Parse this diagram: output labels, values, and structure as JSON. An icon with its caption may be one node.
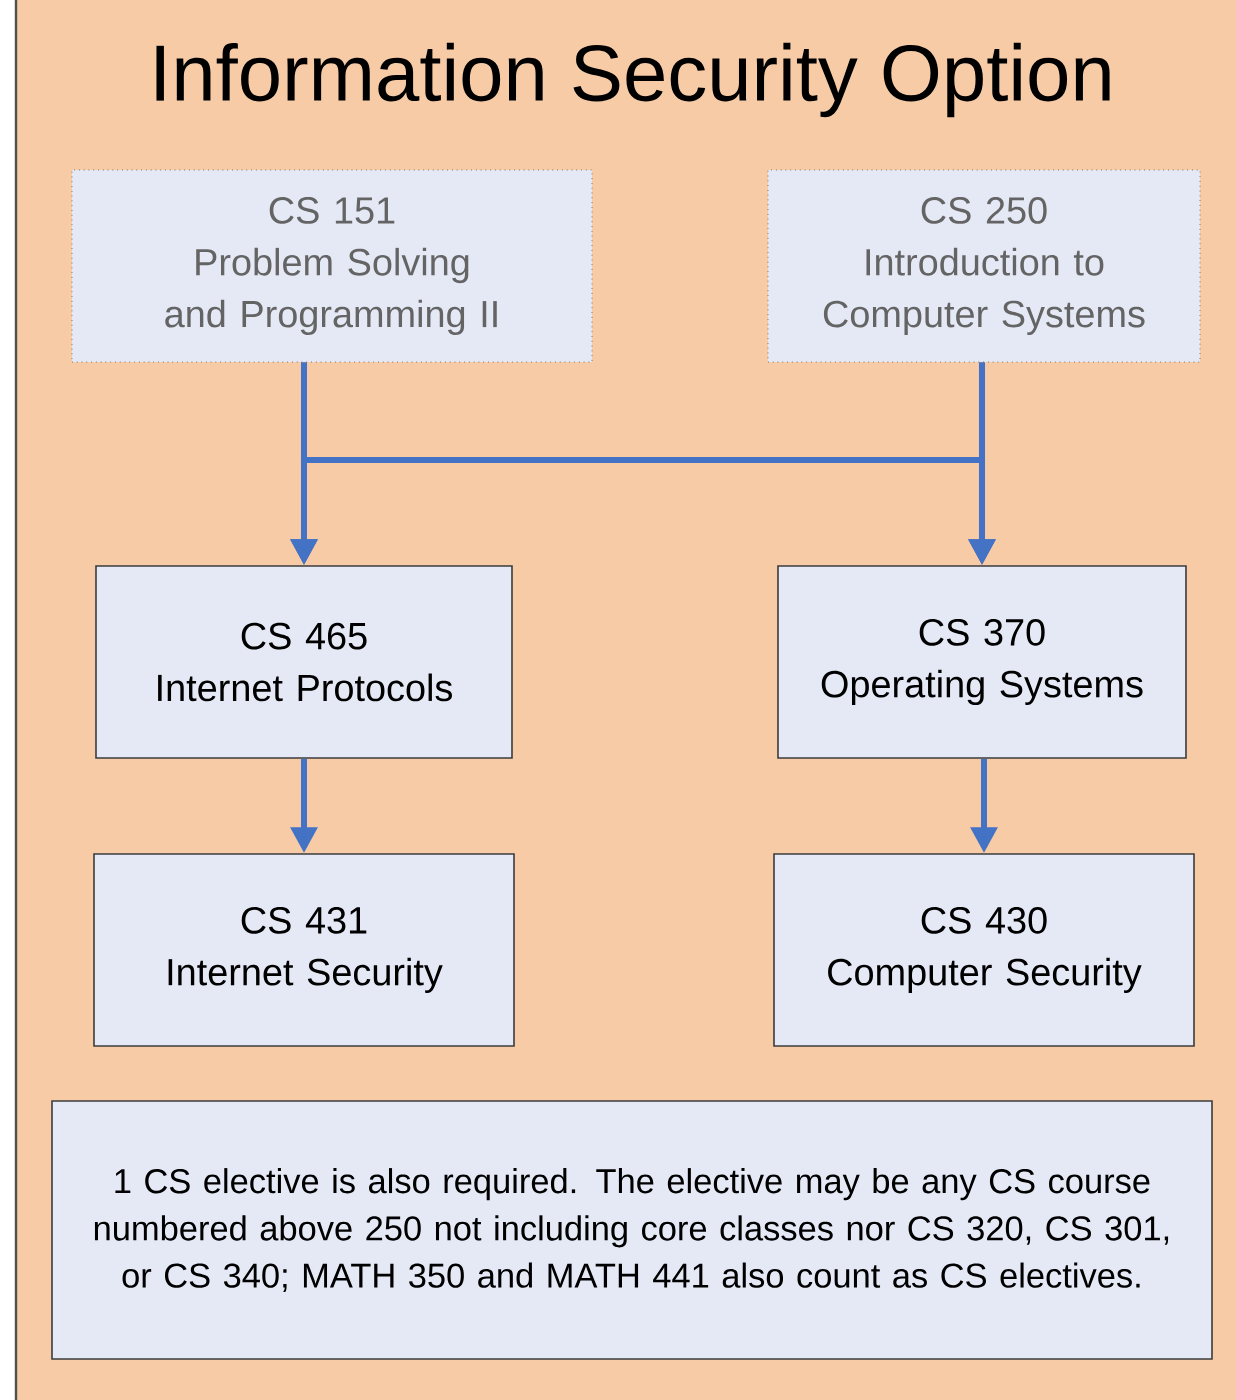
{
  "diagram": {
    "title": "Information Security Option",
    "nodes": [
      {
        "text": [
          "CS 151",
          "Problem Solving and Programming II"
        ]
      },
      {
        "text": [
          "CS 250",
          "Introduction to Computer Systems"
        ]
      },
      {
        "text": [
          "CS 465",
          "Internet Protocols"
        ]
      },
      {
        "text": [
          "CS 370",
          "Operating Systems"
        ]
      },
      {
        "text": [
          "CS 431",
          "Internet Security"
        ]
      },
      {
        "text": [
          "CS 430",
          "Computer Security"
        ]
      },
      {
        "text": [
          "1 CS elective is also required. The elective may be any CS course numbered above 250 not including core classes nor CS 320, CS 301, or CS 340; MATH 350 and MATH 441 also count as CS electives."
        ]
      }
    ],
    "edges": [
      {
        "from": 0,
        "to": 2,
        "arrow": "to"
      },
      {
        "from": 0,
        "to": 3,
        "arrow": "to"
      },
      {
        "from": 1,
        "to": 2,
        "arrow": "to"
      },
      {
        "from": 1,
        "to": 3,
        "arrow": "to"
      },
      {
        "from": 2,
        "to": 4,
        "arrow": "to"
      },
      {
        "from": 3,
        "to": 5,
        "arrow": "to"
      }
    ]
  }
}
